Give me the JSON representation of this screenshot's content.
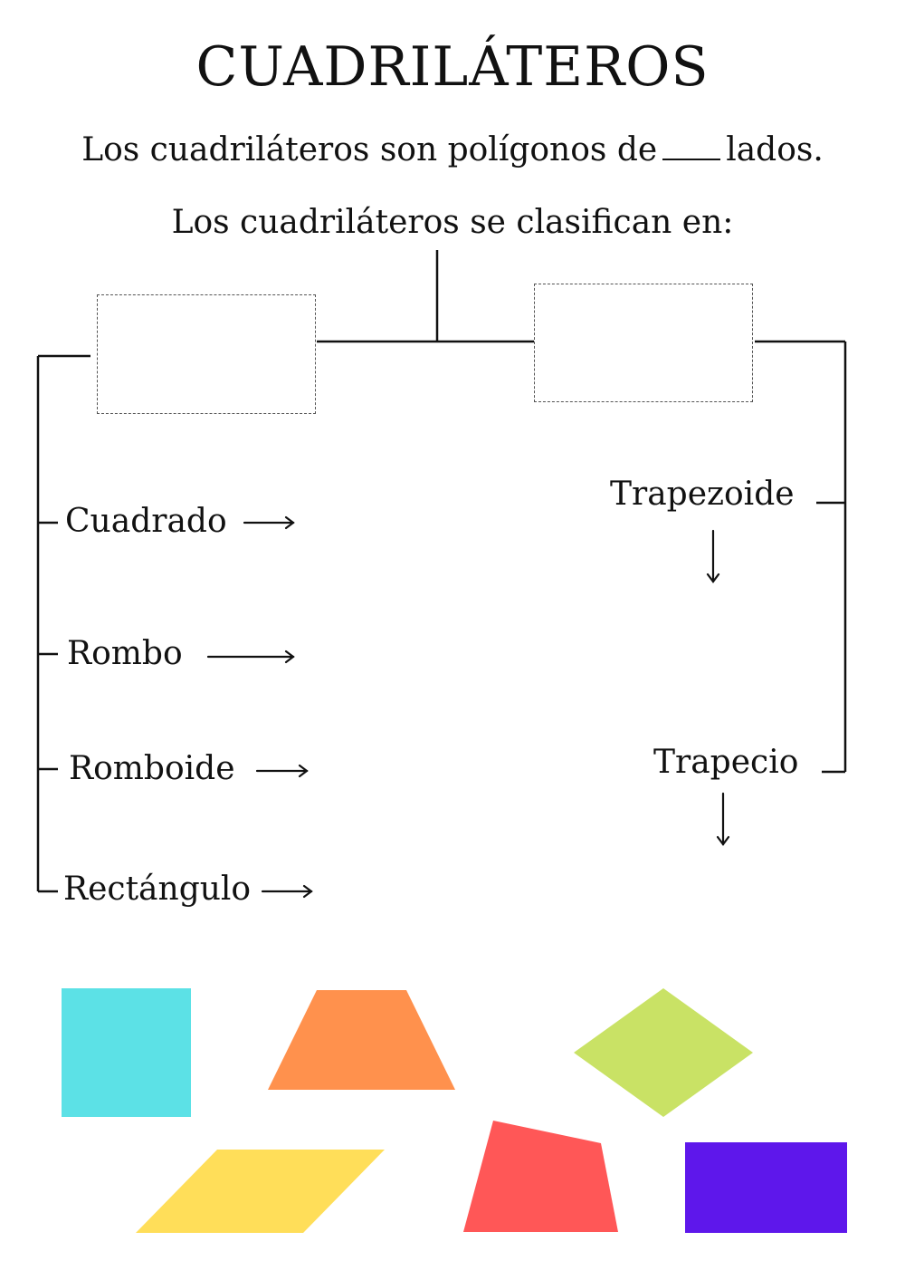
{
  "worksheet": {
    "title": "CUADRILÁTEROS",
    "sentence_start": "Los cuadriláteros son polígonos de",
    "sentence_end": "lados.",
    "subtitle": "Los cuadriláteros se clasifican en:"
  },
  "left_group": {
    "items": [
      "Cuadrado",
      "Rombo",
      "Romboide",
      "Rectángulo"
    ]
  },
  "right_group": {
    "items": [
      "Trapezoide",
      "Trapecio"
    ]
  },
  "shapes": [
    {
      "name": "square",
      "color": "#5ce1e6"
    },
    {
      "name": "trapezoid",
      "color": "#ff914d"
    },
    {
      "name": "rhombus",
      "color": "#c9e265"
    },
    {
      "name": "rhomboid",
      "color": "#ffde59"
    },
    {
      "name": "trapezium",
      "color": "#ff5757"
    },
    {
      "name": "rectangle",
      "color": "#5e17eb"
    }
  ]
}
